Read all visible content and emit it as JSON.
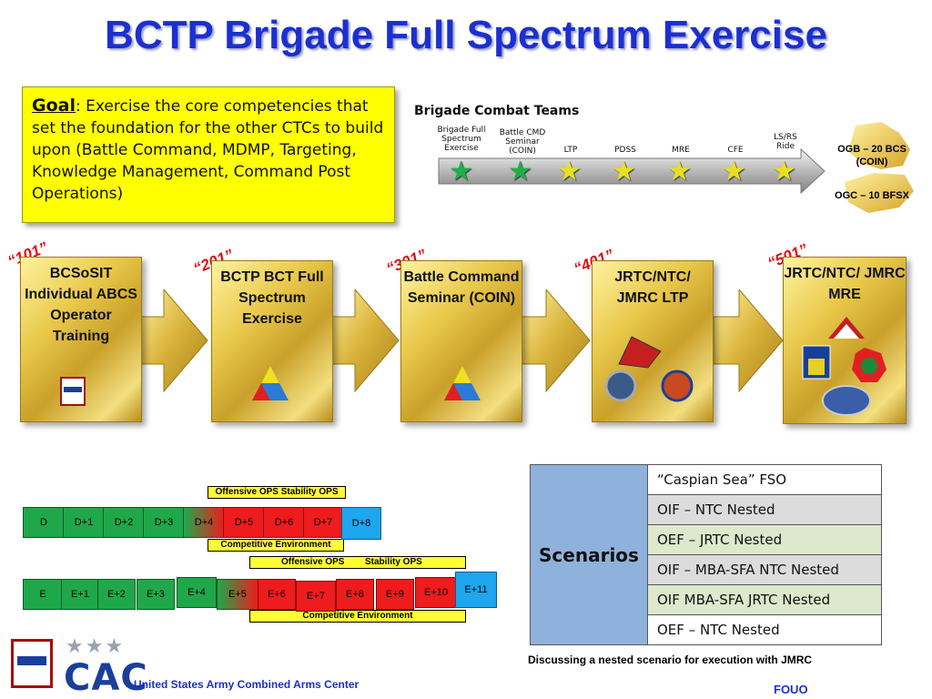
{
  "title": "BCTP Brigade Full Spectrum Exercise",
  "goal": {
    "label": "Goal",
    "text": ": Exercise the core competencies that set the foundation for the other CTCs to build upon (Battle Command, MDMP, Targeting, Knowledge Management, Command Post Operations)"
  },
  "brigade_teams": {
    "title": "Brigade Combat Teams",
    "labels": [
      "Brigade Full Spectrum Exercise",
      "Battle CMD Seminar (COIN)",
      "LTP",
      "PDSS",
      "MRE",
      "CFE",
      "LS/RS Ride"
    ],
    "ogb": "OGB – 20 BCS (COIN)",
    "ogc": "OGC – 10 BFSX"
  },
  "stages": [
    {
      "num": "“101”",
      "text": "BCSoSIT Individual ABCS Operator Training"
    },
    {
      "num": "“201”",
      "text": "BCTP BCT Full Spectrum Exercise"
    },
    {
      "num": "“301”",
      "text": "Battle Command Seminar (COIN)"
    },
    {
      "num": "“401”",
      "text": "JRTC/NTC/ JMRC LTP"
    },
    {
      "num": "“501”",
      "text": "JRTC/NTC/ JMRC MRE"
    }
  ],
  "d_row": {
    "top_label": "Offensive OPS   Stability OPS",
    "bottom_label": "Competitive Environment",
    "cells": [
      "D",
      "D+1",
      "D+2",
      "D+3",
      "D+4",
      "D+5",
      "D+6",
      "D+7",
      "D+8"
    ]
  },
  "e_row": {
    "top_label_a": "Offensive OPS",
    "top_label_b": "Stability OPS",
    "bottom_label": "Competitive Environment",
    "cells": [
      "E",
      "E+1",
      "E+2",
      "E+3",
      "E+4",
      "E+5",
      "E+6",
      "E+7",
      "E+8",
      "E+9",
      "E+10",
      "E+11"
    ]
  },
  "scenarios": {
    "header": "Scenarios",
    "items": [
      "“Caspian Sea” FSO",
      "OIF – NTC Nested",
      "OEF – JRTC Nested",
      "OIF – MBA-SFA NTC Nested",
      "OIF MBA-SFA JRTC Nested",
      "OEF – NTC Nested"
    ],
    "caption": "Discussing a nested scenario for execution with JMRC"
  },
  "footer": {
    "org": "United States Army Combined Arms Center",
    "logo_text": "CAC",
    "marking": "FOUO"
  },
  "colors": {
    "title_blue": "#1c2fd0",
    "goal_yellow": "#ffff00",
    "green": "#1fa84a",
    "red": "#ee1c1c",
    "blue": "#1ea6ee"
  }
}
